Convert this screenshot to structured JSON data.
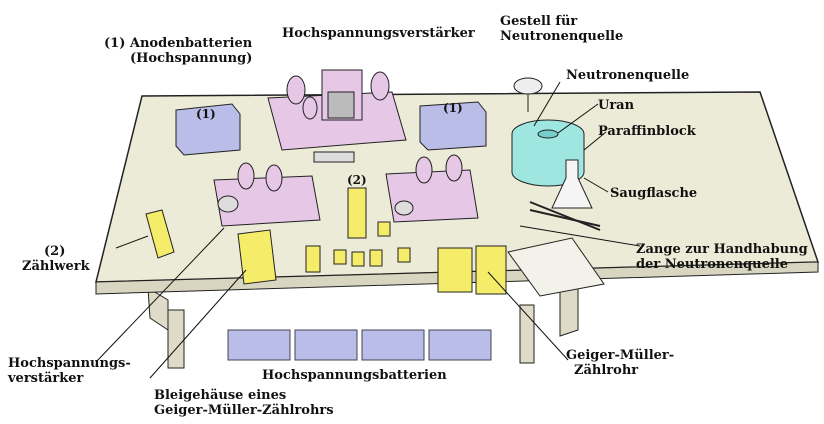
{
  "labels": {
    "anodenbatterien": {
      "num": "(1)",
      "line1": "Anodenbatterien",
      "line2": "(Hochspannung)"
    },
    "hochspannungsverstaerker_top": "Hochspannungsverstärker",
    "gestell": {
      "line1": "Gestell für",
      "line2": "Neutronenquelle"
    },
    "neutronenquelle": "Neutronenquelle",
    "uran": "Uran",
    "paraffinblock": "Paraffinblock",
    "saugflasche": "Saugflasche",
    "zaehlwerk": {
      "num": "(2)",
      "text": "Zählwerk"
    },
    "zange": {
      "line1": "Zange zur Handhabung",
      "line2": "der Neutronenquelle"
    },
    "hochspannungsverstaerker_bottom": {
      "line1": "Hochspannungs-",
      "line2": "verstärker"
    },
    "bleigehaeuse": {
      "line1": "Bleigehäuse eines",
      "line2": "Geiger-Müller-Zählrohrs"
    },
    "hochspannungsbatterien": "Hochspannungsbatterien",
    "geiger_mueller": {
      "line1": "Geiger-Müller-",
      "line2": "Zählrohr"
    }
  },
  "equipment_tags": {
    "battery_left": "(1)",
    "battery_right": "(1)",
    "counter_center": "(2)"
  },
  "colors": {
    "table_top": "#ecebd8",
    "table_legs": "#dedcc8",
    "amplifier": "#e6c7e6",
    "battery_blue": "#b9bde8",
    "counter_yellow": "#f5ec6a",
    "paraffin": "#9fe5e0",
    "outline": "#222222"
  }
}
